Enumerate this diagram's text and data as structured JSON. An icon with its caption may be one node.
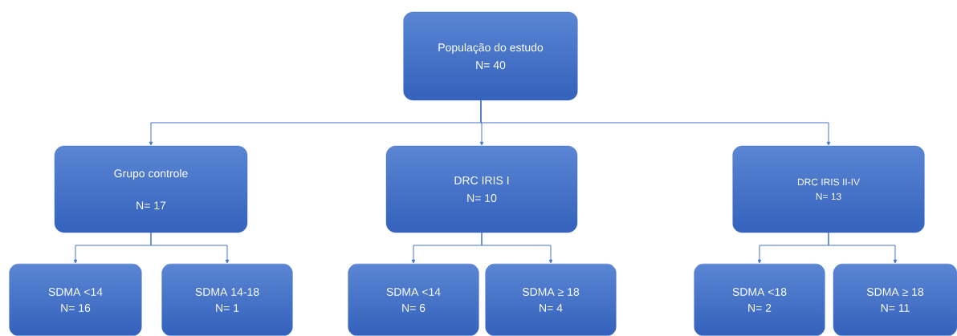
{
  "diagram": {
    "nodes": [
      {
        "text": [
          "População do estudo",
          "N= 40"
        ]
      },
      {
        "text": [
          "Grupo controle",
          "N= 17"
        ]
      },
      {
        "text": [
          "DRC IRIS I",
          "N= 10"
        ]
      },
      {
        "text": [
          "DRC IRIS II-IV",
          "N= 13"
        ]
      },
      {
        "text": [
          "SDMA <14",
          "N= 16"
        ]
      },
      {
        "text": [
          "SDMA 14-18",
          "N= 1"
        ]
      },
      {
        "text": [
          "SDMA <14",
          "N= 6"
        ]
      },
      {
        "text": [
          "SDMA ≥ 18",
          "N= 4"
        ]
      },
      {
        "text": [
          "SDMA <18",
          "N= 2"
        ]
      },
      {
        "text": [
          "SDMA ≥ 18",
          "N= 11"
        ]
      }
    ],
    "edges": [
      {
        "from": 0,
        "to": 1,
        "arrow": "to"
      },
      {
        "from": 0,
        "to": 2,
        "arrow": "to"
      },
      {
        "from": 0,
        "to": 3,
        "arrow": "to"
      },
      {
        "from": 1,
        "to": 4,
        "arrow": "to"
      },
      {
        "from": 1,
        "to": 5,
        "arrow": "to"
      },
      {
        "from": 2,
        "to": 6,
        "arrow": "to"
      },
      {
        "from": 2,
        "to": 7,
        "arrow": "to"
      },
      {
        "from": 3,
        "to": 8,
        "arrow": "to"
      },
      {
        "from": 3,
        "to": 9,
        "arrow": "to"
      }
    ]
  }
}
